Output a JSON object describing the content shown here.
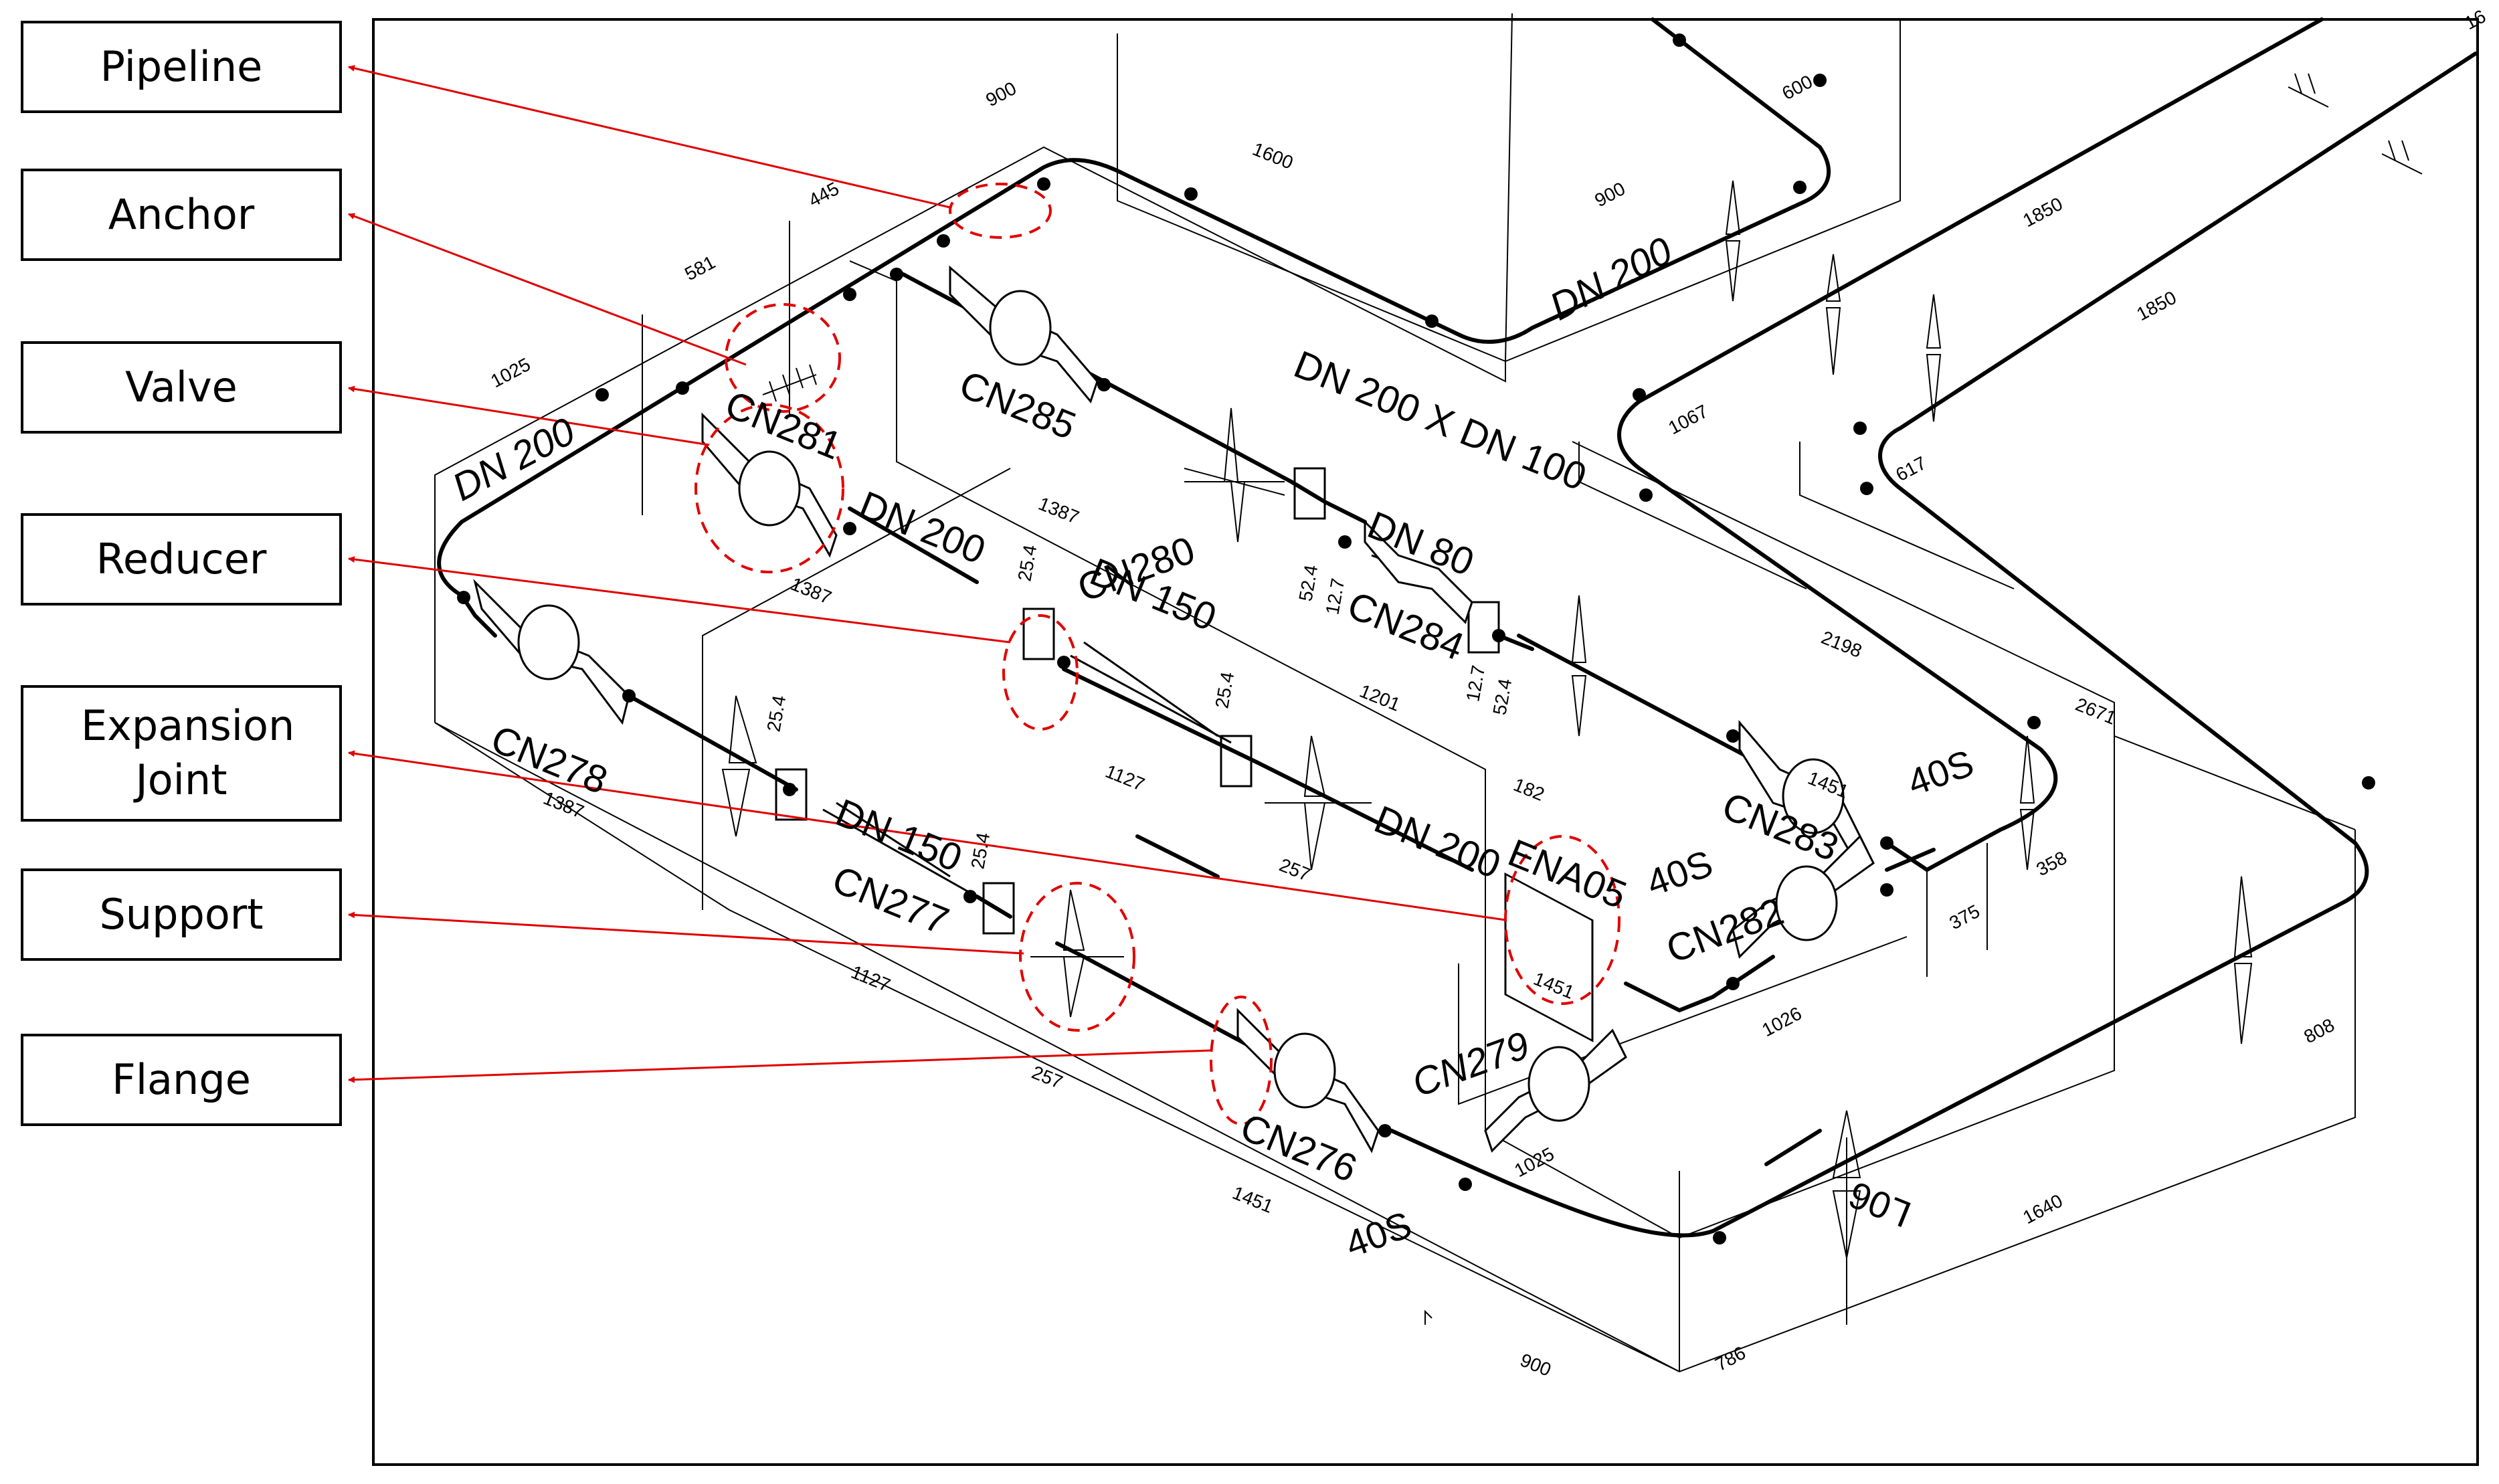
{
  "legend": [
    {
      "id": "pipeline",
      "label": "Pipeline"
    },
    {
      "id": "anchor",
      "label": "Anchor"
    },
    {
      "id": "valve",
      "label": "Valve"
    },
    {
      "id": "reducer",
      "label": "Reducer"
    },
    {
      "id": "expansion-joint",
      "label": "Expansion Joint"
    },
    {
      "id": "support",
      "label": "Support"
    },
    {
      "id": "flange",
      "label": "Flange"
    }
  ],
  "component_tags": {
    "cn276": "CN276",
    "cn277": "CN277",
    "cn278": "CN278",
    "cn279": "CN279",
    "cn280": "CN280",
    "cn281": "CN281",
    "cn282": "CN282",
    "cn283": "CN283",
    "cn284": "CN284",
    "cn285": "CN285",
    "ena05": "ENA05"
  },
  "pipe_sizes": {
    "dn200_a": "DN 200",
    "dn200_b": "DN 200",
    "dn200_c": "DN 200",
    "dn200_d": "DN 200",
    "dn150_a": "DN 150",
    "dn150_b": "DN 150",
    "dn80": "DN 80",
    "dn200x100": "DN 200 X DN 100"
  },
  "schedules": {
    "s1": "40S",
    "s2": "40S",
    "s3": "40S",
    "line": "L06"
  },
  "dimensions": {
    "d900a": "900",
    "d1600": "1600",
    "d600": "600",
    "d900b": "900",
    "d445": "445",
    "d581": "581",
    "d1025a": "1025",
    "d1387a": "1387",
    "d1387b": "1387",
    "d1387c": "1387",
    "d1127a": "1127",
    "d1127b": "1127",
    "d1201": "1201",
    "d1451a": "1451",
    "d1451b": "1451",
    "d1451c": "1451",
    "d257a": "257",
    "d257b": "257",
    "d182": "182",
    "d375": "375",
    "d358": "358",
    "d1026": "1026",
    "d1025b": "1025",
    "d900c": "900",
    "d786": "786",
    "d1640": "1640",
    "d808": "808",
    "d2671": "2671",
    "d2198": "2198",
    "d1067": "1067",
    "d617": "617",
    "d1850a": "1850",
    "d1850b": "1850",
    "d16": "16",
    "r254a": "25.4",
    "r254b": "25.4",
    "r254c": "25.4",
    "r254d": "25.4",
    "r524a": "52.4",
    "r127a": "12.7",
    "r127b": "12.7",
    "r524b": "52.4"
  }
}
